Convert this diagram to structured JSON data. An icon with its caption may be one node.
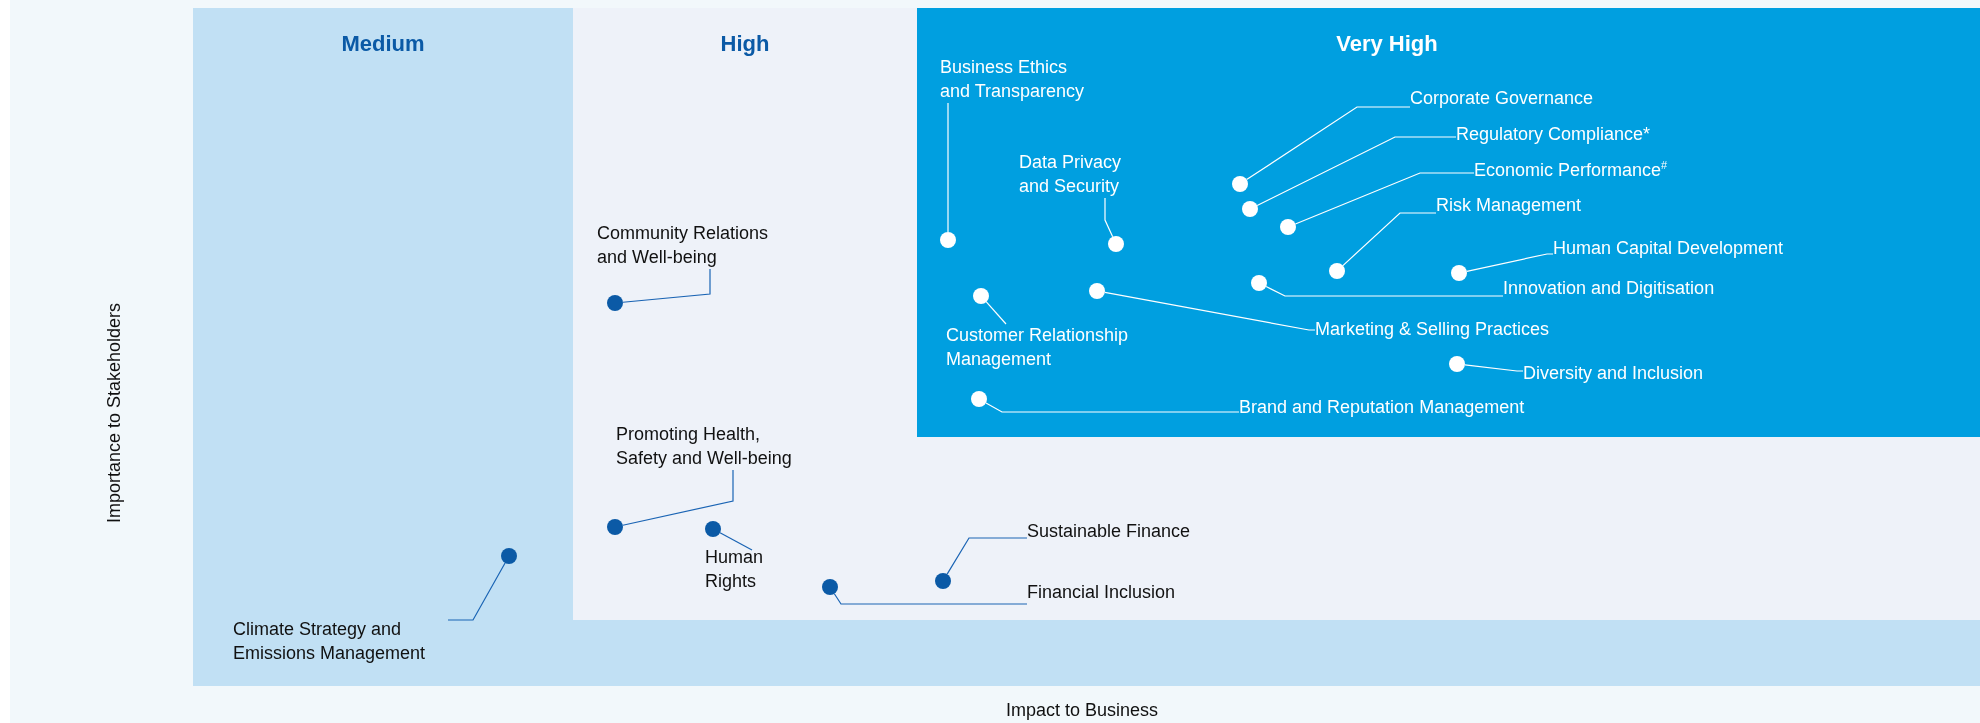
{
  "diagram": {
    "nodes": [
      {
        "text": [
          "Medium"
        ]
      },
      {
        "text": [
          "High"
        ],
        "in": 0
      },
      {
        "text": [
          "Very High"
        ],
        "in": 1
      },
      {
        "text": [
          "Business Ethics and Transparency"
        ],
        "in": 2
      },
      {
        "text": [],
        "shape": "circle",
        "in": 2
      },
      {
        "text": [
          "Data Privacy and Security"
        ],
        "in": 2
      },
      {
        "text": [],
        "shape": "circle",
        "in": 2
      },
      {
        "text": [
          "Corporate Governance"
        ],
        "in": 2
      },
      {
        "text": [],
        "shape": "circle",
        "in": 2
      },
      {
        "text": [
          "Regulatory Compliance*"
        ],
        "in": 2
      },
      {
        "text": [],
        "shape": "circle",
        "in": 2
      },
      {
        "text": [
          "Economic Performance$^{#}$"
        ],
        "in": 2
      },
      {
        "text": [],
        "shape": "circle",
        "in": 2
      },
      {
        "text": [
          "Risk Management"
        ],
        "in": 2
      },
      {
        "text": [],
        "shape": "circle",
        "in": 2
      },
      {
        "text": [
          "Human Capital Development"
        ],
        "in": 2
      },
      {
        "text": [],
        "shape": "circle",
        "in": 2
      },
      {
        "text": [
          "Innovation and Digitisation"
        ],
        "in": 2
      },
      {
        "text": [],
        "shape": "circle",
        "in": 2
      },
      {
        "text": [
          "Marketing & Selling Practices"
        ],
        "in": 2
      },
      {
        "text": [],
        "shape": "circle",
        "in": 2
      },
      {
        "text": [
          "Customer Relationship Management"
        ],
        "in": 2
      },
      {
        "text": [],
        "shape": "circle",
        "in": 2
      },
      {
        "text": [
          "Diversity and Inclusion"
        ],
        "in": 2
      },
      {
        "text": [],
        "shape": "circle",
        "in": 2
      },
      {
        "text": [
          "Brand and Reputation Management"
        ],
        "in": 2
      },
      {
        "text": [],
        "shape": "circle",
        "in": 2
      },
      {
        "text": [
          "Community Relations and Well-being"
        ],
        "in": 1
      },
      {
        "text": [],
        "shape": "circle",
        "in": 1
      },
      {
        "text": [
          "Promoting Health, Safety and Well-being"
        ],
        "in": 1
      },
      {
        "text": [],
        "shape": "circle",
        "in": 1
      },
      {
        "text": [
          "Human Rights"
        ],
        "in": 1
      },
      {
        "text": [],
        "shape": "circle",
        "in": 1
      },
      {
        "text": [
          "Sustainable Finance"
        ],
        "in": 1
      },
      {
        "text": [],
        "shape": "circle",
        "in": 1
      },
      {
        "text": [
          "Financial Inclusion"
        ],
        "in": 1
      },
      {
        "text": [],
        "shape": "circle",
        "in": 1
      },
      {
        "text": [
          "Climate Strategy and Emissions Management"
        ],
        "in": 0
      },
      {
        "text": [],
        "shape": "circle",
        "in": 0
      }
    ],
    "edges": [
      {
        "from": 3,
        "to": 4,
        "arrow": "none"
      },
      {
        "from": 5,
        "to": 6,
        "arrow": "none"
      },
      {
        "from": 7,
        "to": 8,
        "arrow": "none"
      },
      {
        "from": 9,
        "to": 10,
        "arrow": "none"
      },
      {
        "from": 11,
        "to": 12,
        "arrow": "none"
      },
      {
        "from": 13,
        "to": 14,
        "arrow": "none"
      },
      {
        "from": 15,
        "to": 16,
        "arrow": "none"
      },
      {
        "from": 17,
        "to": 18,
        "arrow": "none"
      },
      {
        "from": 19,
        "to": 20,
        "arrow": "none"
      },
      {
        "from": 21,
        "to": 22,
        "arrow": "none"
      },
      {
        "from": 23,
        "to": 24,
        "arrow": "none"
      },
      {
        "from": 25,
        "to": 26,
        "arrow": "none"
      },
      {
        "from": 27,
        "to": 28,
        "arrow": "none",
        "color": "#1a64b4"
      },
      {
        "from": 29,
        "to": 30,
        "arrow": "none",
        "color": "#1a64b4"
      },
      {
        "from": 31,
        "to": 32,
        "arrow": "none",
        "color": "#1a64b4"
      },
      {
        "from": 33,
        "to": 34,
        "arrow": "none",
        "color": "#1a64b4"
      },
      {
        "from": 35,
        "to": 36,
        "arrow": "none",
        "color": "#1a64b4"
      },
      {
        "from": 37,
        "to": 38,
        "arrow": "none",
        "color": "#1a64b4"
      }
    ],
    "labels": [
      "Importance to Stakeholders",
      "Impact to Business"
    ]
  }
}
